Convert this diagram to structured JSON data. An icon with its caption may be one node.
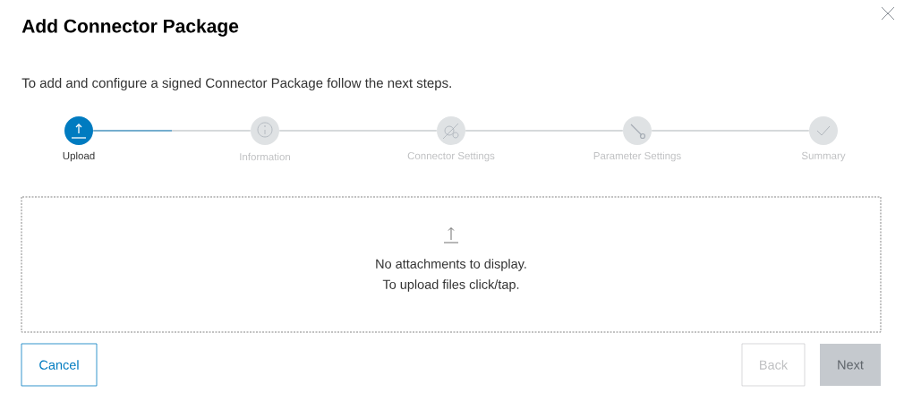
{
  "diagram": {
    "title": "Add Connector Package",
    "nodes": [
      {
        "text": [
          "Upload"
        ]
      },
      {
        "text": [
          "Information"
        ]
      },
      {
        "text": [
          "Connector Settings"
        ]
      },
      {
        "text": [
          "Parameter Settings"
        ]
      },
      {
        "text": [
          "Summary"
        ]
      },
      {
        "text": [
          "No attachments to display.",
          "To upload files click/tap."
        ]
      },
      {
        "text": [
          "Cancel"
        ]
      },
      {
        "text": [
          "Back"
        ]
      },
      {
        "text": [
          "Next"
        ]
      }
    ],
    "edges": [
      {
        "from": 0,
        "to": 1,
        "arrow": "none"
      },
      {
        "from": 1,
        "to": 2,
        "arrow": "none"
      },
      {
        "from": 2,
        "to": 3,
        "arrow": "none"
      },
      {
        "from": 3,
        "to": 4,
        "arrow": "none"
      }
    ],
    "labels": [
      "To add and configure a signed Connector Package follow the next steps."
    ]
  }
}
